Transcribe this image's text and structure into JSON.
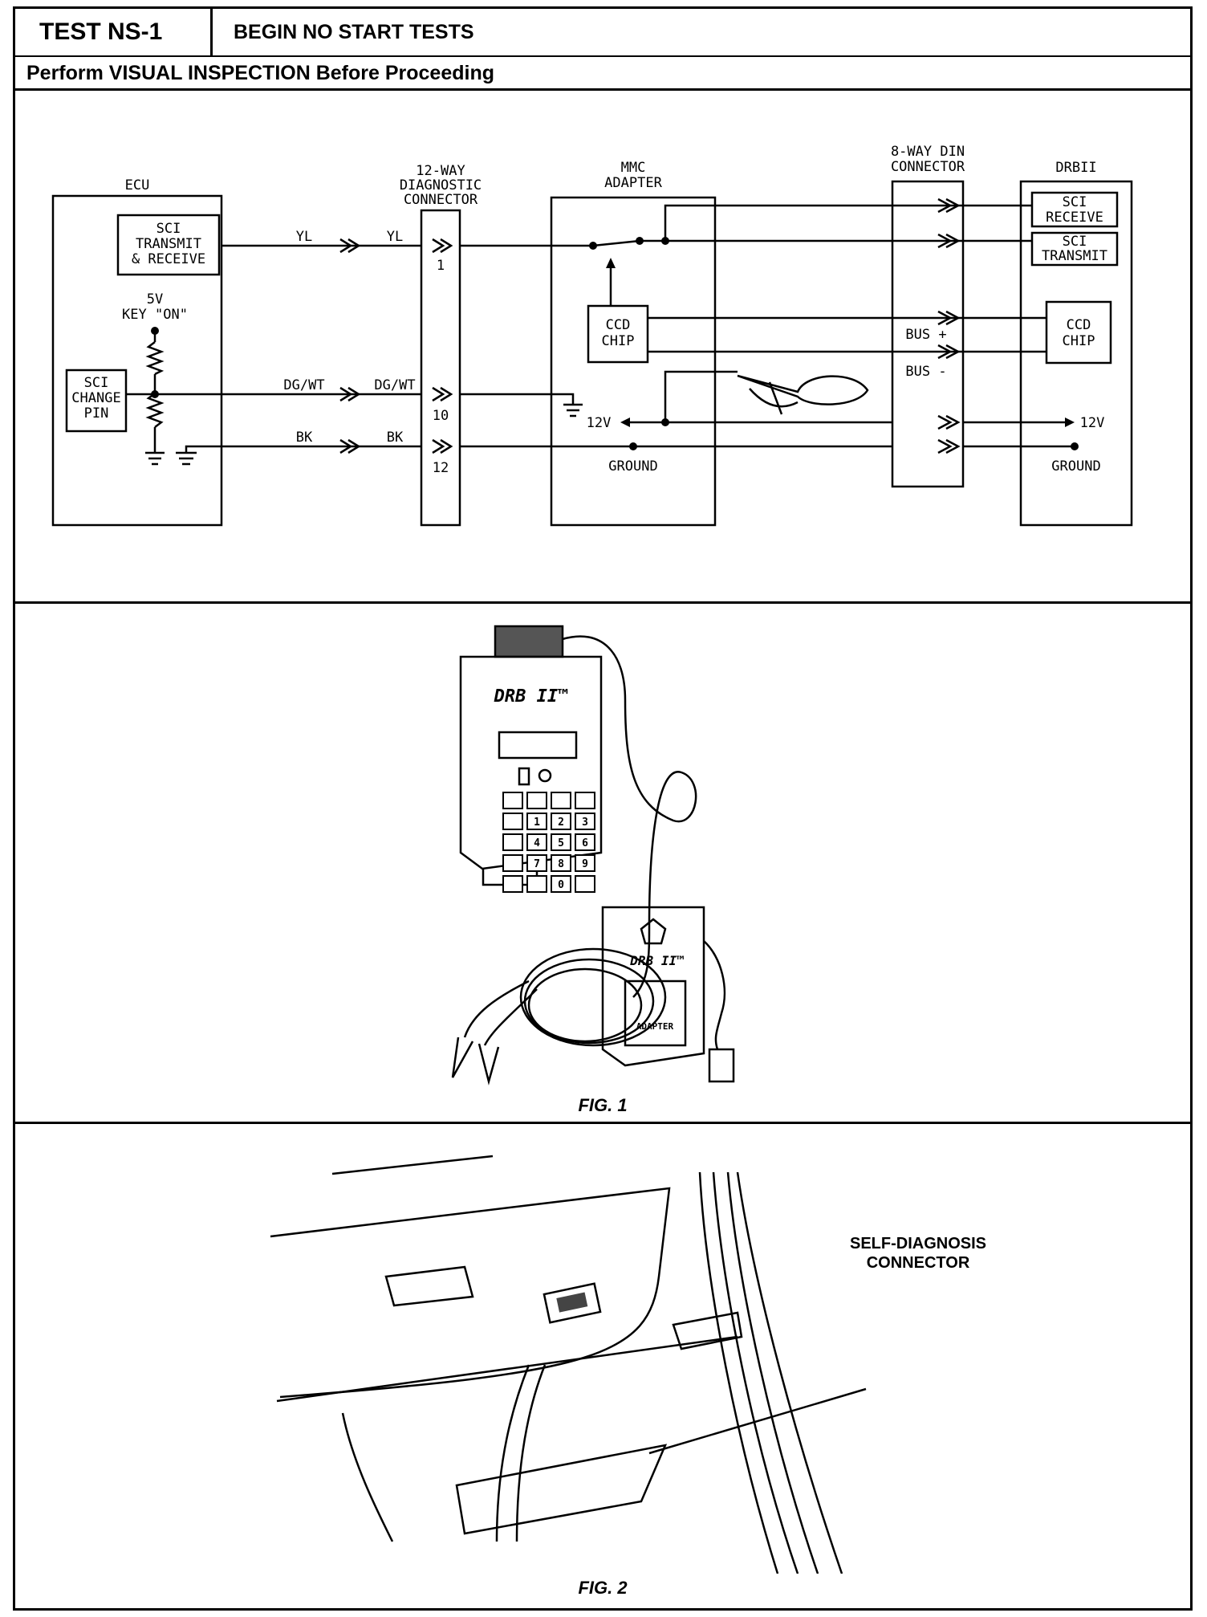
{
  "header": {
    "test_id": "TEST NS-1",
    "title": "BEGIN NO START TESTS",
    "instruction": "Perform VISUAL INSPECTION Before Proceeding"
  },
  "schematic": {
    "ecu": {
      "title": "ECU",
      "sci_module": [
        "SCI",
        "TRANSMIT",
        "& RECEIVE"
      ],
      "supply": [
        "5V",
        "KEY \"ON\""
      ],
      "change_pin": [
        "SCI",
        "CHANGE",
        "PIN"
      ]
    },
    "diag_connector": {
      "title": [
        "12-WAY",
        "DIAGNOSTIC",
        "CONNECTOR"
      ],
      "pins": [
        "1",
        "10",
        "12"
      ]
    },
    "wires": {
      "yl_left": "YL",
      "yl_right": "YL",
      "dgwt_left": "DG/WT",
      "dgwt_right": "DG/WT",
      "bk_left": "BK",
      "bk_right": "BK"
    },
    "mmc_adapter": {
      "title": [
        "MMC",
        "ADAPTER"
      ],
      "ccd_chip": [
        "CCD",
        "CHIP"
      ],
      "power_label": "12V",
      "ground_label": "GROUND"
    },
    "din_connector": {
      "title": [
        "8-WAY DIN",
        "CONNECTOR"
      ],
      "bus_plus": "BUS +",
      "bus_minus": "BUS -"
    },
    "drbii": {
      "title": "DRBII",
      "sci_receive": [
        "SCI",
        "RECEIVE"
      ],
      "sci_transmit": [
        "SCI",
        "TRANSMIT"
      ],
      "ccd_chip": [
        "CCD",
        "CHIP"
      ],
      "power_label": "12V",
      "ground_label": "GROUND"
    }
  },
  "fig1": {
    "caption": "FIG. 1",
    "tool_label": "DRB II™",
    "adapter_tool_label": "DRB II™",
    "adapter_label": "ADAPTER",
    "keypad_rows": [
      [
        "",
        "",
        "",
        ""
      ],
      [
        "",
        "1",
        "2",
        "3"
      ],
      [
        "",
        "4",
        "5",
        "6"
      ],
      [
        "",
        "7",
        "8",
        "9"
      ],
      [
        "",
        "",
        "0",
        ""
      ]
    ]
  },
  "fig2": {
    "caption": "FIG. 2",
    "callout": [
      "SELF-DIAGNOSIS",
      "CONNECTOR"
    ]
  }
}
